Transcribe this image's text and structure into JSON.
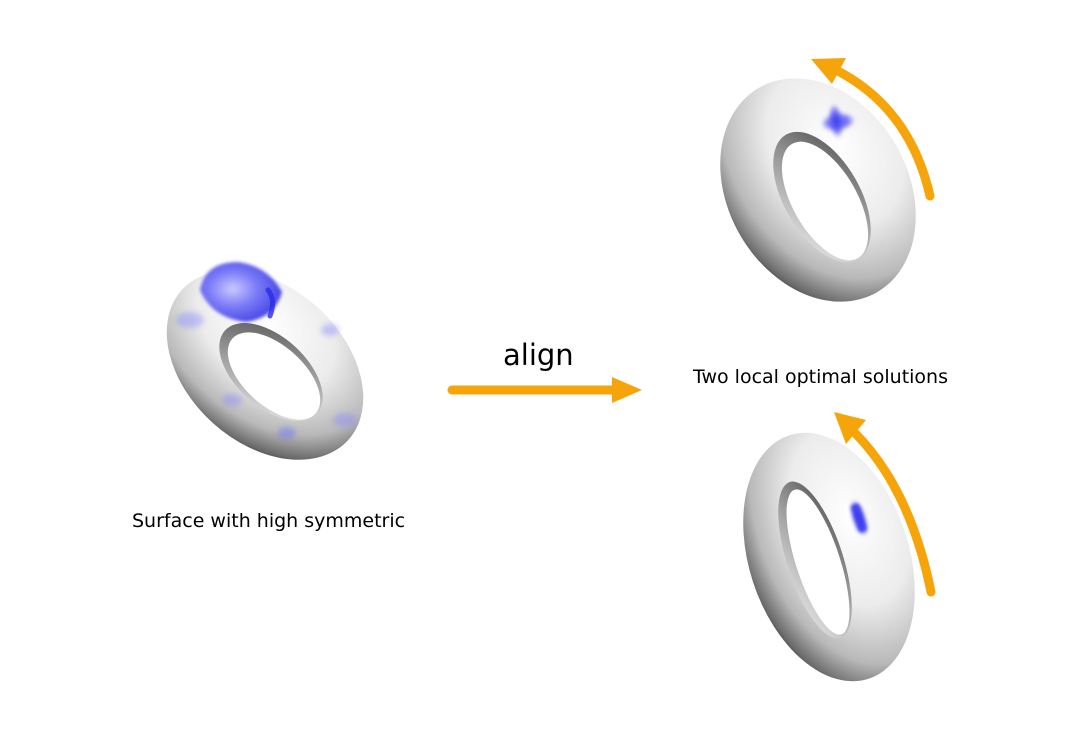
{
  "labels": {
    "input_surface": "Surface with high symmetric",
    "operation": "align",
    "outputs": "Two local optimal solutions"
  },
  "colors": {
    "arrow": "#F5A50A",
    "highlight": "#3B3BF0",
    "torus_light": "#F4F4F4",
    "torus_shadow": "#3A3A3A"
  }
}
